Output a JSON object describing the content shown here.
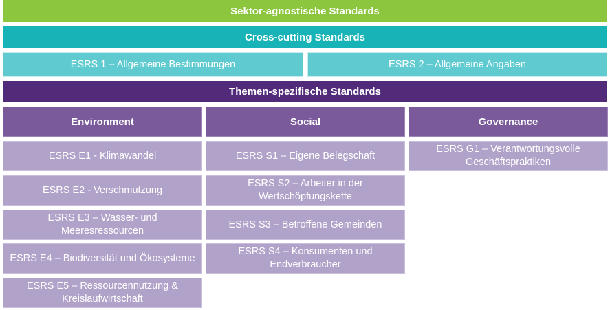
{
  "header": {
    "sector_agnostic": "Sektor-agnostische Standards",
    "cross_cutting": "Cross-cutting Standards",
    "esrs1": "ESRS 1 – Allgemeine Bestimmungen",
    "esrs2": "ESRS 2 – Allgemeine Angaben",
    "topic_specific": "Themen-spezifische Standards"
  },
  "columns": {
    "environment": {
      "title": "Environment",
      "items": [
        "ESRS E1 - Klimawandel",
        "ESRS E2 - Verschmutzung",
        "ESRS E3 – Wasser- und Meeresressourcen",
        "ESRS E4 – Biodiversität und Ökosysteme",
        "ESRS E5 – Ressourcennutzung & Kreislaufwirtschaft"
      ]
    },
    "social": {
      "title": "Social",
      "items": [
        "ESRS S1 – Eigene Belegschaft",
        "ESRS S2 – Arbeiter in der Wertschöpfungskette",
        "ESRS S3 – Betroffene Gemeinden",
        "ESRS S4 – Konsumenten und Endverbraucher"
      ]
    },
    "governance": {
      "title": "Governance",
      "items": [
        "ESRS G1 – Verantwortungsvolle Geschäftspraktiken"
      ]
    }
  },
  "colors": {
    "green": "#8cc63f",
    "teal": "#17b3b7",
    "light_teal": "#5fcbd0",
    "dark_purple": "#522a7a",
    "mid_purple": "#7a5a9a",
    "light_purple": "#b1a2c9"
  }
}
